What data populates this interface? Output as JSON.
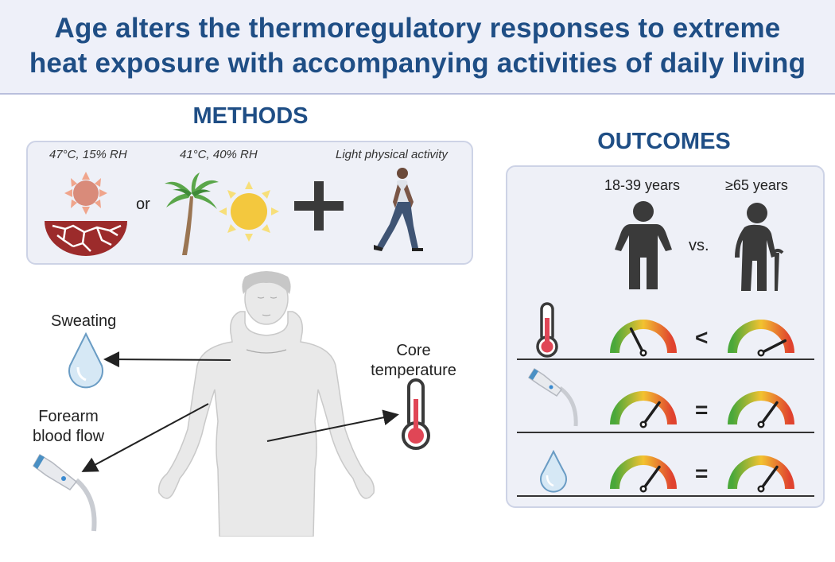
{
  "title": {
    "line1": "Age alters the thermoregulatory responses to extreme",
    "line2": "heat exposure with accompanying activities of daily living"
  },
  "methods": {
    "heading": "METHODS",
    "condition1": "47°C, 15% RH",
    "or_label": "or",
    "condition2": "41°C, 40% RH",
    "activity": "Light physical activity"
  },
  "body": {
    "sweating": "Sweating",
    "forearm_line1": "Forearm",
    "forearm_line2": "blood flow",
    "core_line1": "Core",
    "core_line2": "temperature"
  },
  "outcomes": {
    "heading": "OUTCOMES",
    "group_young": "18-39 years",
    "group_old": "≥65 years",
    "vs_label": "vs.",
    "rows": [
      {
        "measure_icon": "thermometer-icon",
        "comparison": "<",
        "young_level": 0.35,
        "old_level": 0.85
      },
      {
        "measure_icon": "ultrasound-probe-icon",
        "comparison": "=",
        "young_level": 0.7,
        "old_level": 0.7
      },
      {
        "measure_icon": "droplet-icon",
        "comparison": "=",
        "young_level": 0.7,
        "old_level": 0.7
      }
    ]
  },
  "colors": {
    "title_text": "#1f4e85",
    "gauge_green": "#4aa83a",
    "gauge_yellow": "#f2c230",
    "gauge_red": "#e0432f",
    "thermometer_red": "#e04656",
    "droplet_blue": "#bcd9ef"
  }
}
